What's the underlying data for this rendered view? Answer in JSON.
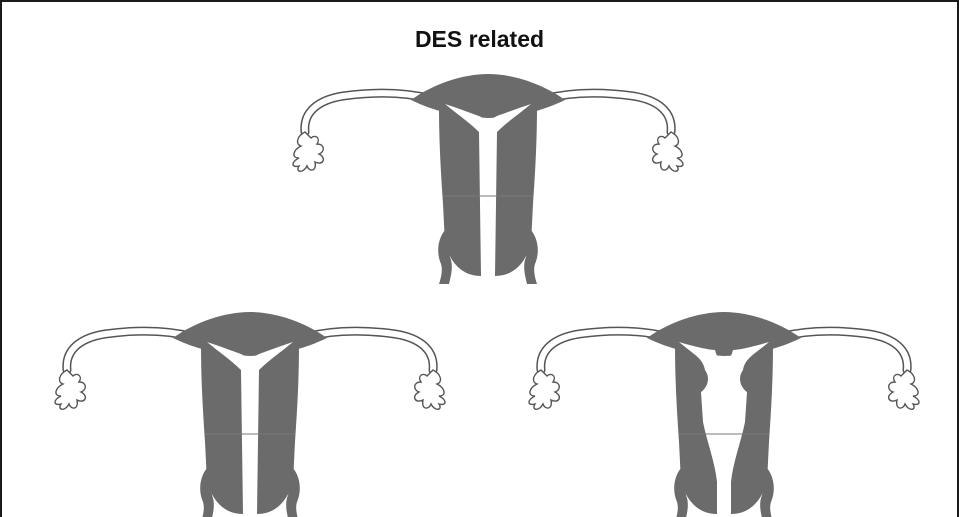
{
  "title": "DES related",
  "colors": {
    "tissue": "#6b6b6b",
    "line": "#555555",
    "background": "#ffffff",
    "border": "#1a1a1a",
    "title": "#111111"
  },
  "diagrams": [
    {
      "name": "uterus-top",
      "cavity": "t-shaped"
    },
    {
      "name": "uterus-bottom-left",
      "cavity": "t-shaped"
    },
    {
      "name": "uterus-bottom-right",
      "cavity": "irregular"
    }
  ]
}
